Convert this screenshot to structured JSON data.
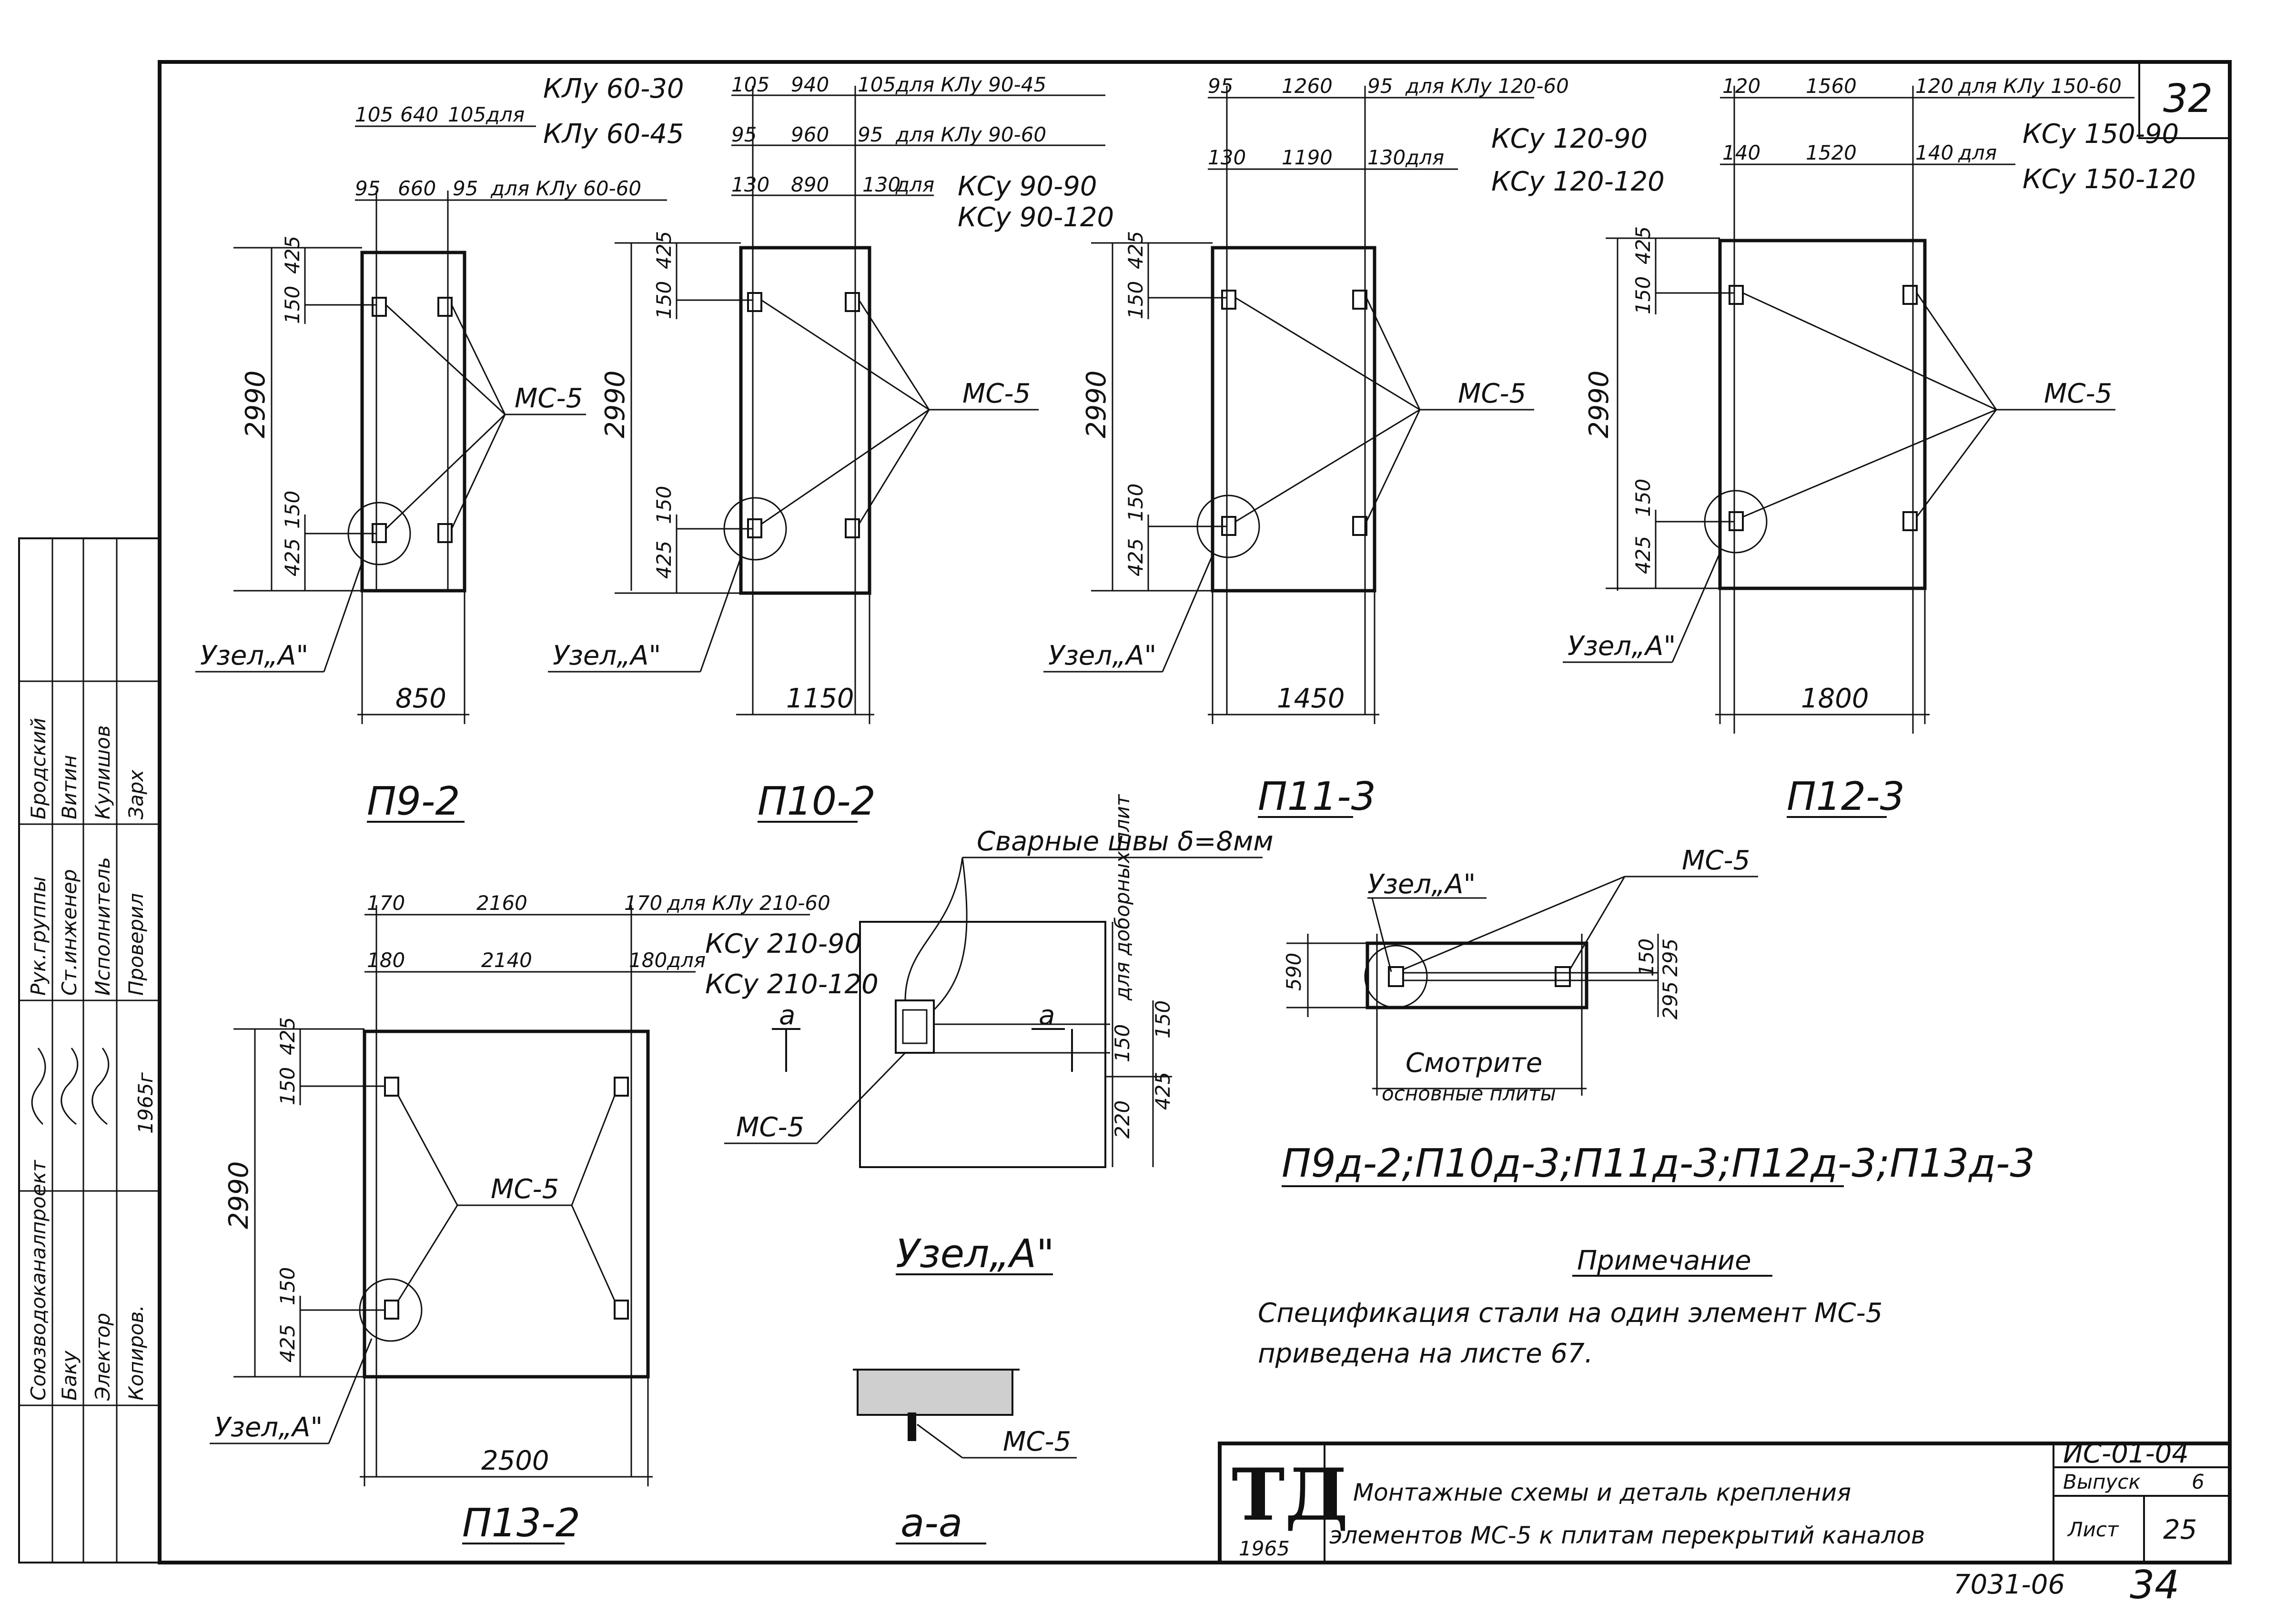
{
  "sheet": {
    "number_top": "32",
    "number_bottom": "34",
    "code_bottom": "7031-06"
  },
  "plans": [
    {
      "name": "П9-2",
      "width": "850",
      "height": "2990",
      "top_dims": [
        "425",
        "150"
      ],
      "bottom_dims": [
        "150",
        "425"
      ],
      "callouts": [
        {
          "a": "105",
          "mid": "640",
          "b": "105",
          "suffix": "для",
          "types": [
            "КЛу 60-30",
            "КЛу 60-45"
          ]
        },
        {
          "a": "95",
          "mid": "660",
          "b": "95",
          "suffix": "для КЛу 60-60",
          "types": []
        }
      ]
    },
    {
      "name": "П10-2",
      "width": "1150",
      "height": "2990",
      "top_dims": [
        "425",
        "150"
      ],
      "bottom_dims": [
        "150",
        "425"
      ],
      "callouts": [
        {
          "a": "105",
          "mid": "940",
          "b": "105",
          "suffix": "для КЛу 90-45",
          "types": []
        },
        {
          "a": "95",
          "mid": "960",
          "b": "95",
          "suffix": "для КЛу 90-60",
          "types": []
        },
        {
          "a": "130",
          "mid": "890",
          "b": "130",
          "suffix": "для",
          "types": [
            "КСу 90-90",
            "КСу 90-120"
          ]
        }
      ]
    },
    {
      "name": "П11-3",
      "width": "1450",
      "height": "2990",
      "top_dims": [
        "425",
        "150"
      ],
      "bottom_dims": [
        "150",
        "425"
      ],
      "callouts": [
        {
          "a": "95",
          "mid": "1260",
          "b": "95",
          "suffix": "для КЛу 120-60",
          "types": []
        },
        {
          "a": "130",
          "mid": "1190",
          "b": "130",
          "suffix": "для",
          "types": [
            "КСу 120-90",
            "КСу 120-120"
          ]
        }
      ]
    },
    {
      "name": "П12-3",
      "width": "1800",
      "height": "2990",
      "top_dims": [
        "425",
        "150"
      ],
      "bottom_dims": [
        "150",
        "425"
      ],
      "callouts": [
        {
          "a": "120",
          "mid": "1560",
          "b": "120",
          "suffix": "для КЛу 150-60",
          "types": []
        },
        {
          "a": "140",
          "mid": "1520",
          "b": "140",
          "suffix": "для",
          "types": [
            "КСу 150-90",
            "КСу 150-120"
          ]
        }
      ]
    },
    {
      "name": "П13-2",
      "width": "2500",
      "height": "2990",
      "top_dims": [
        "425",
        "150"
      ],
      "bottom_dims": [
        "150",
        "425"
      ],
      "callouts": [
        {
          "a": "170",
          "mid": "2160",
          "b": "170",
          "suffix": "для КЛу 210-60",
          "types": []
        },
        {
          "a": "180",
          "mid": "2140",
          "b": "180",
          "suffix": "для",
          "types": [
            "КСу 210-90",
            "КСу 210-120"
          ]
        }
      ]
    }
  ],
  "labels": {
    "ms5": "МС-5",
    "node_a": "Узел„А\"",
    "node_title": "Узел„А\"",
    "welds": "Сварные швы δ=8мм",
    "for_extra": "для доборных плит",
    "section_mark": "а",
    "section_title": "а-а",
    "see_main": "Смотрите",
    "see_main2": "основные плиты",
    "extra_title": "П9д-2;П10д-3;П11д-3;П12д-3;П13д-3"
  },
  "node_dims": {
    "d150a": "150",
    "d220": "220",
    "d150b": "150",
    "d425": "425"
  },
  "extra_dims": {
    "h": "590",
    "d150": "150",
    "d295a": "295",
    "d295b": "295"
  },
  "note": {
    "heading": "Примечание",
    "line1": "Спецификация стали на один элемент МС-5",
    "line2": "приведена на листе 67."
  },
  "title_block": {
    "logo": "ТД",
    "year": "1965",
    "title_line1": "Монтажные схемы и деталь крепления",
    "title_line2": "элементов МС-5 к плитам перекрытий каналов",
    "doc_code": "ИС-01-04",
    "issue_label": "Выпуск",
    "issue_value": "6",
    "sheet_label": "Лист",
    "sheet_value": "25"
  },
  "side_stamp": {
    "roles": [
      "Рук.группы",
      "Ст.инженер",
      "Исполнитель",
      "Проверил"
    ],
    "names": [
      "Бродский",
      "Витин",
      "Кулишов",
      "Зарх"
    ],
    "year": "1965г",
    "org": [
      "Союзводоканалпроект",
      "Баку",
      "Электор",
      "Копиров."
    ]
  }
}
